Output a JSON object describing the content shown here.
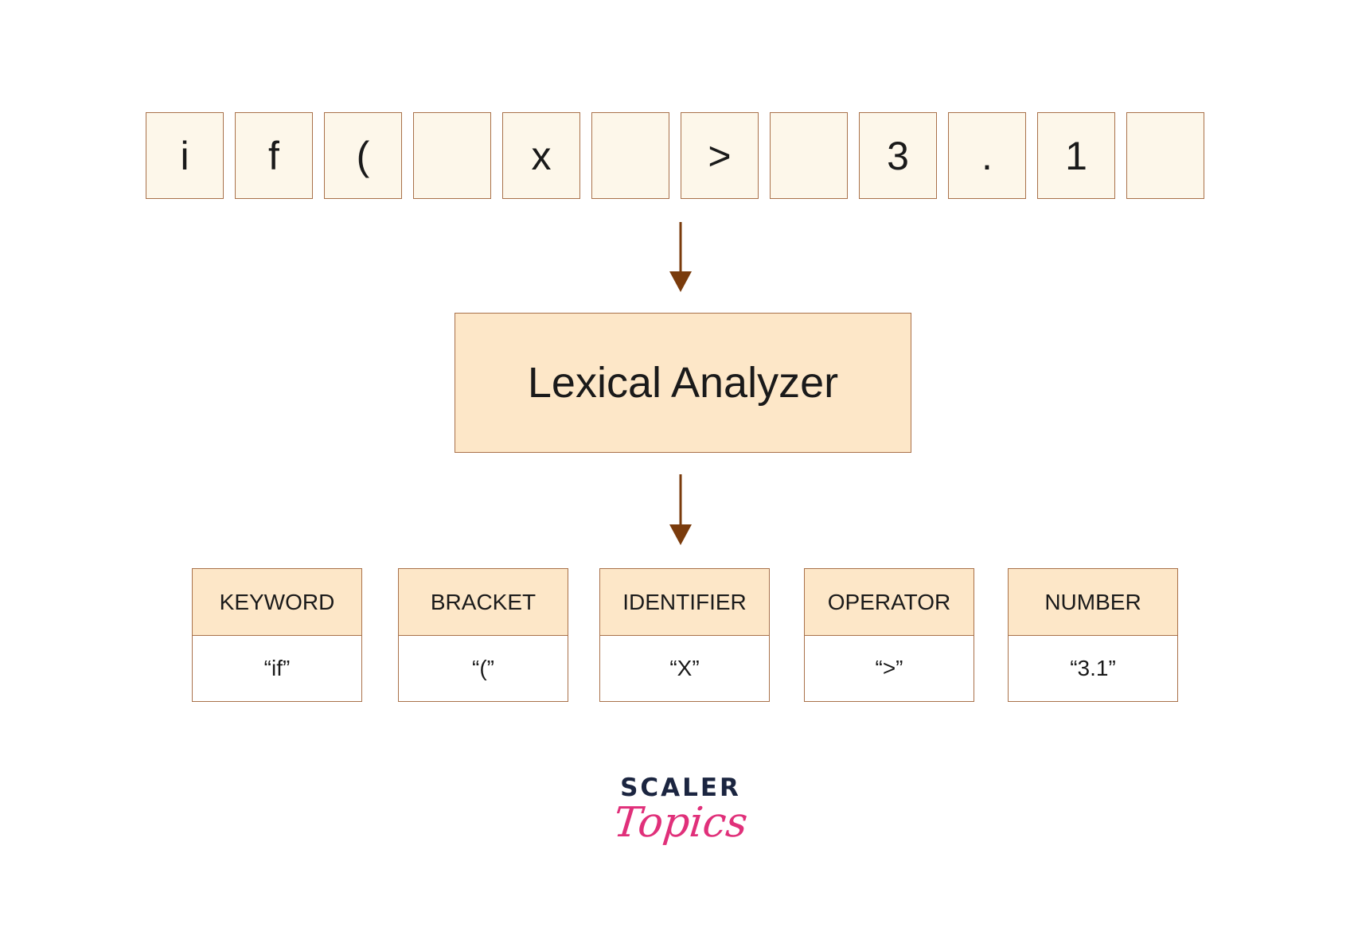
{
  "input_characters": [
    "i",
    "f",
    "(",
    "",
    "x",
    "",
    ">",
    "",
    "3",
    ".",
    "1",
    ""
  ],
  "analyzer": {
    "label": "Lexical Analyzer"
  },
  "tokens": [
    {
      "type": "KEYWORD",
      "value": "“if”"
    },
    {
      "type": "BRACKET",
      "value": "“(”"
    },
    {
      "type": "IDENTIFIER",
      "value": "“X”"
    },
    {
      "type": "OPERATOR",
      "value": "“>”"
    },
    {
      "type": "NUMBER",
      "value": "“3.1”"
    }
  ],
  "logo": {
    "line1": "SCALER",
    "line2": "Topics"
  },
  "colors": {
    "border": "#a9714a",
    "cell_fill": "#fdf7ea",
    "header_fill": "#fde7c8",
    "arrow": "#7a3b0c",
    "logo_dark": "#1b2540",
    "logo_pink": "#e0307a"
  }
}
